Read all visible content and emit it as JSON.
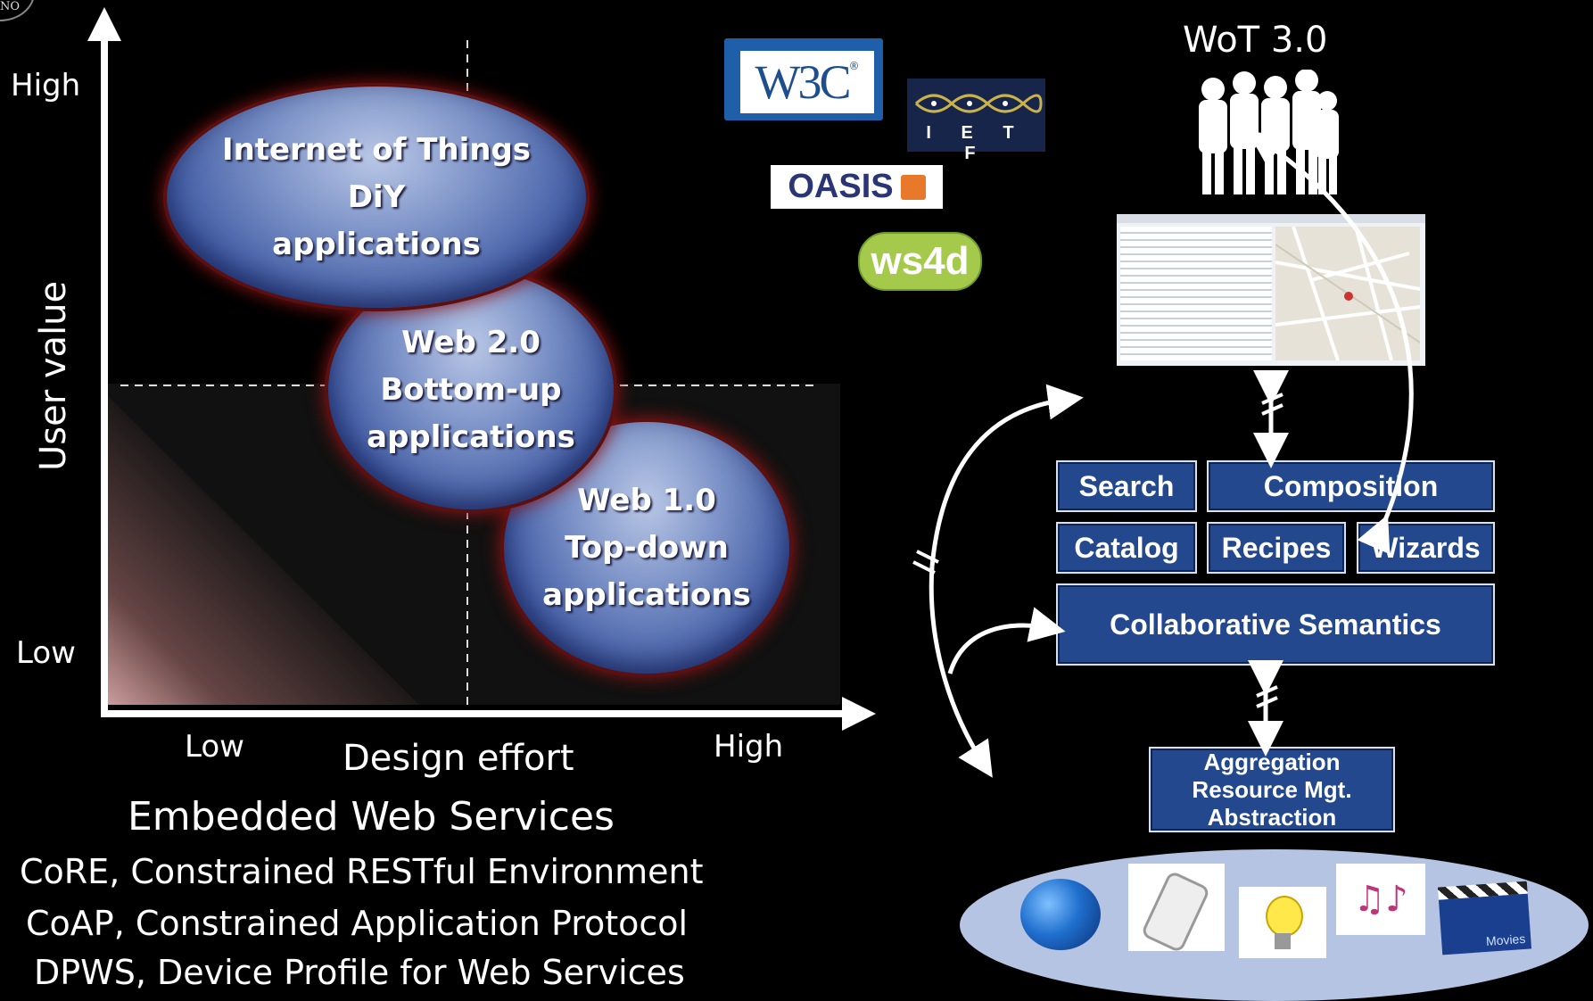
{
  "chart": {
    "y_high": "High",
    "y_low": "Low",
    "y_axis_label": "User value",
    "x_low": "Low",
    "x_high": "High",
    "x_axis_label": "Design effort"
  },
  "ellipses": [
    {
      "lines": [
        "Internet of Things",
        "DiY",
        "applications"
      ]
    },
    {
      "lines": [
        "Web 2.0",
        "Bottom-up",
        "applications"
      ]
    },
    {
      "lines": [
        "Web 1.0",
        "Top-down",
        "applications"
      ]
    }
  ],
  "embedded": {
    "title": "Embedded Web Services",
    "protocols": [
      "CoRE, Constrained RESTful Environment",
      "CoAP, Constrained Application Protocol",
      "DPWS, Device Profile for Web Services"
    ]
  },
  "logos": {
    "w3c": "W3C",
    "w3c_mark": "®",
    "ietf": "I E T F",
    "oasis": "OASIS",
    "ws4d": "ws4d"
  },
  "wot": {
    "title": "WoT 3.0",
    "search": "Search",
    "composition": "Composition",
    "catalog": "Catalog",
    "recipes": "Recipes",
    "wizards": "Wizards",
    "collab": "Collaborative Semantics",
    "aggregation": [
      "Aggregation",
      "Resource Mgt.",
      "Abstraction"
    ],
    "movies": "Movies"
  },
  "corner_text": "NO",
  "colors": {
    "accent_orange": "#f2b01d",
    "box_blue": "#23488d",
    "ellipse_glow": "#8c1414"
  }
}
